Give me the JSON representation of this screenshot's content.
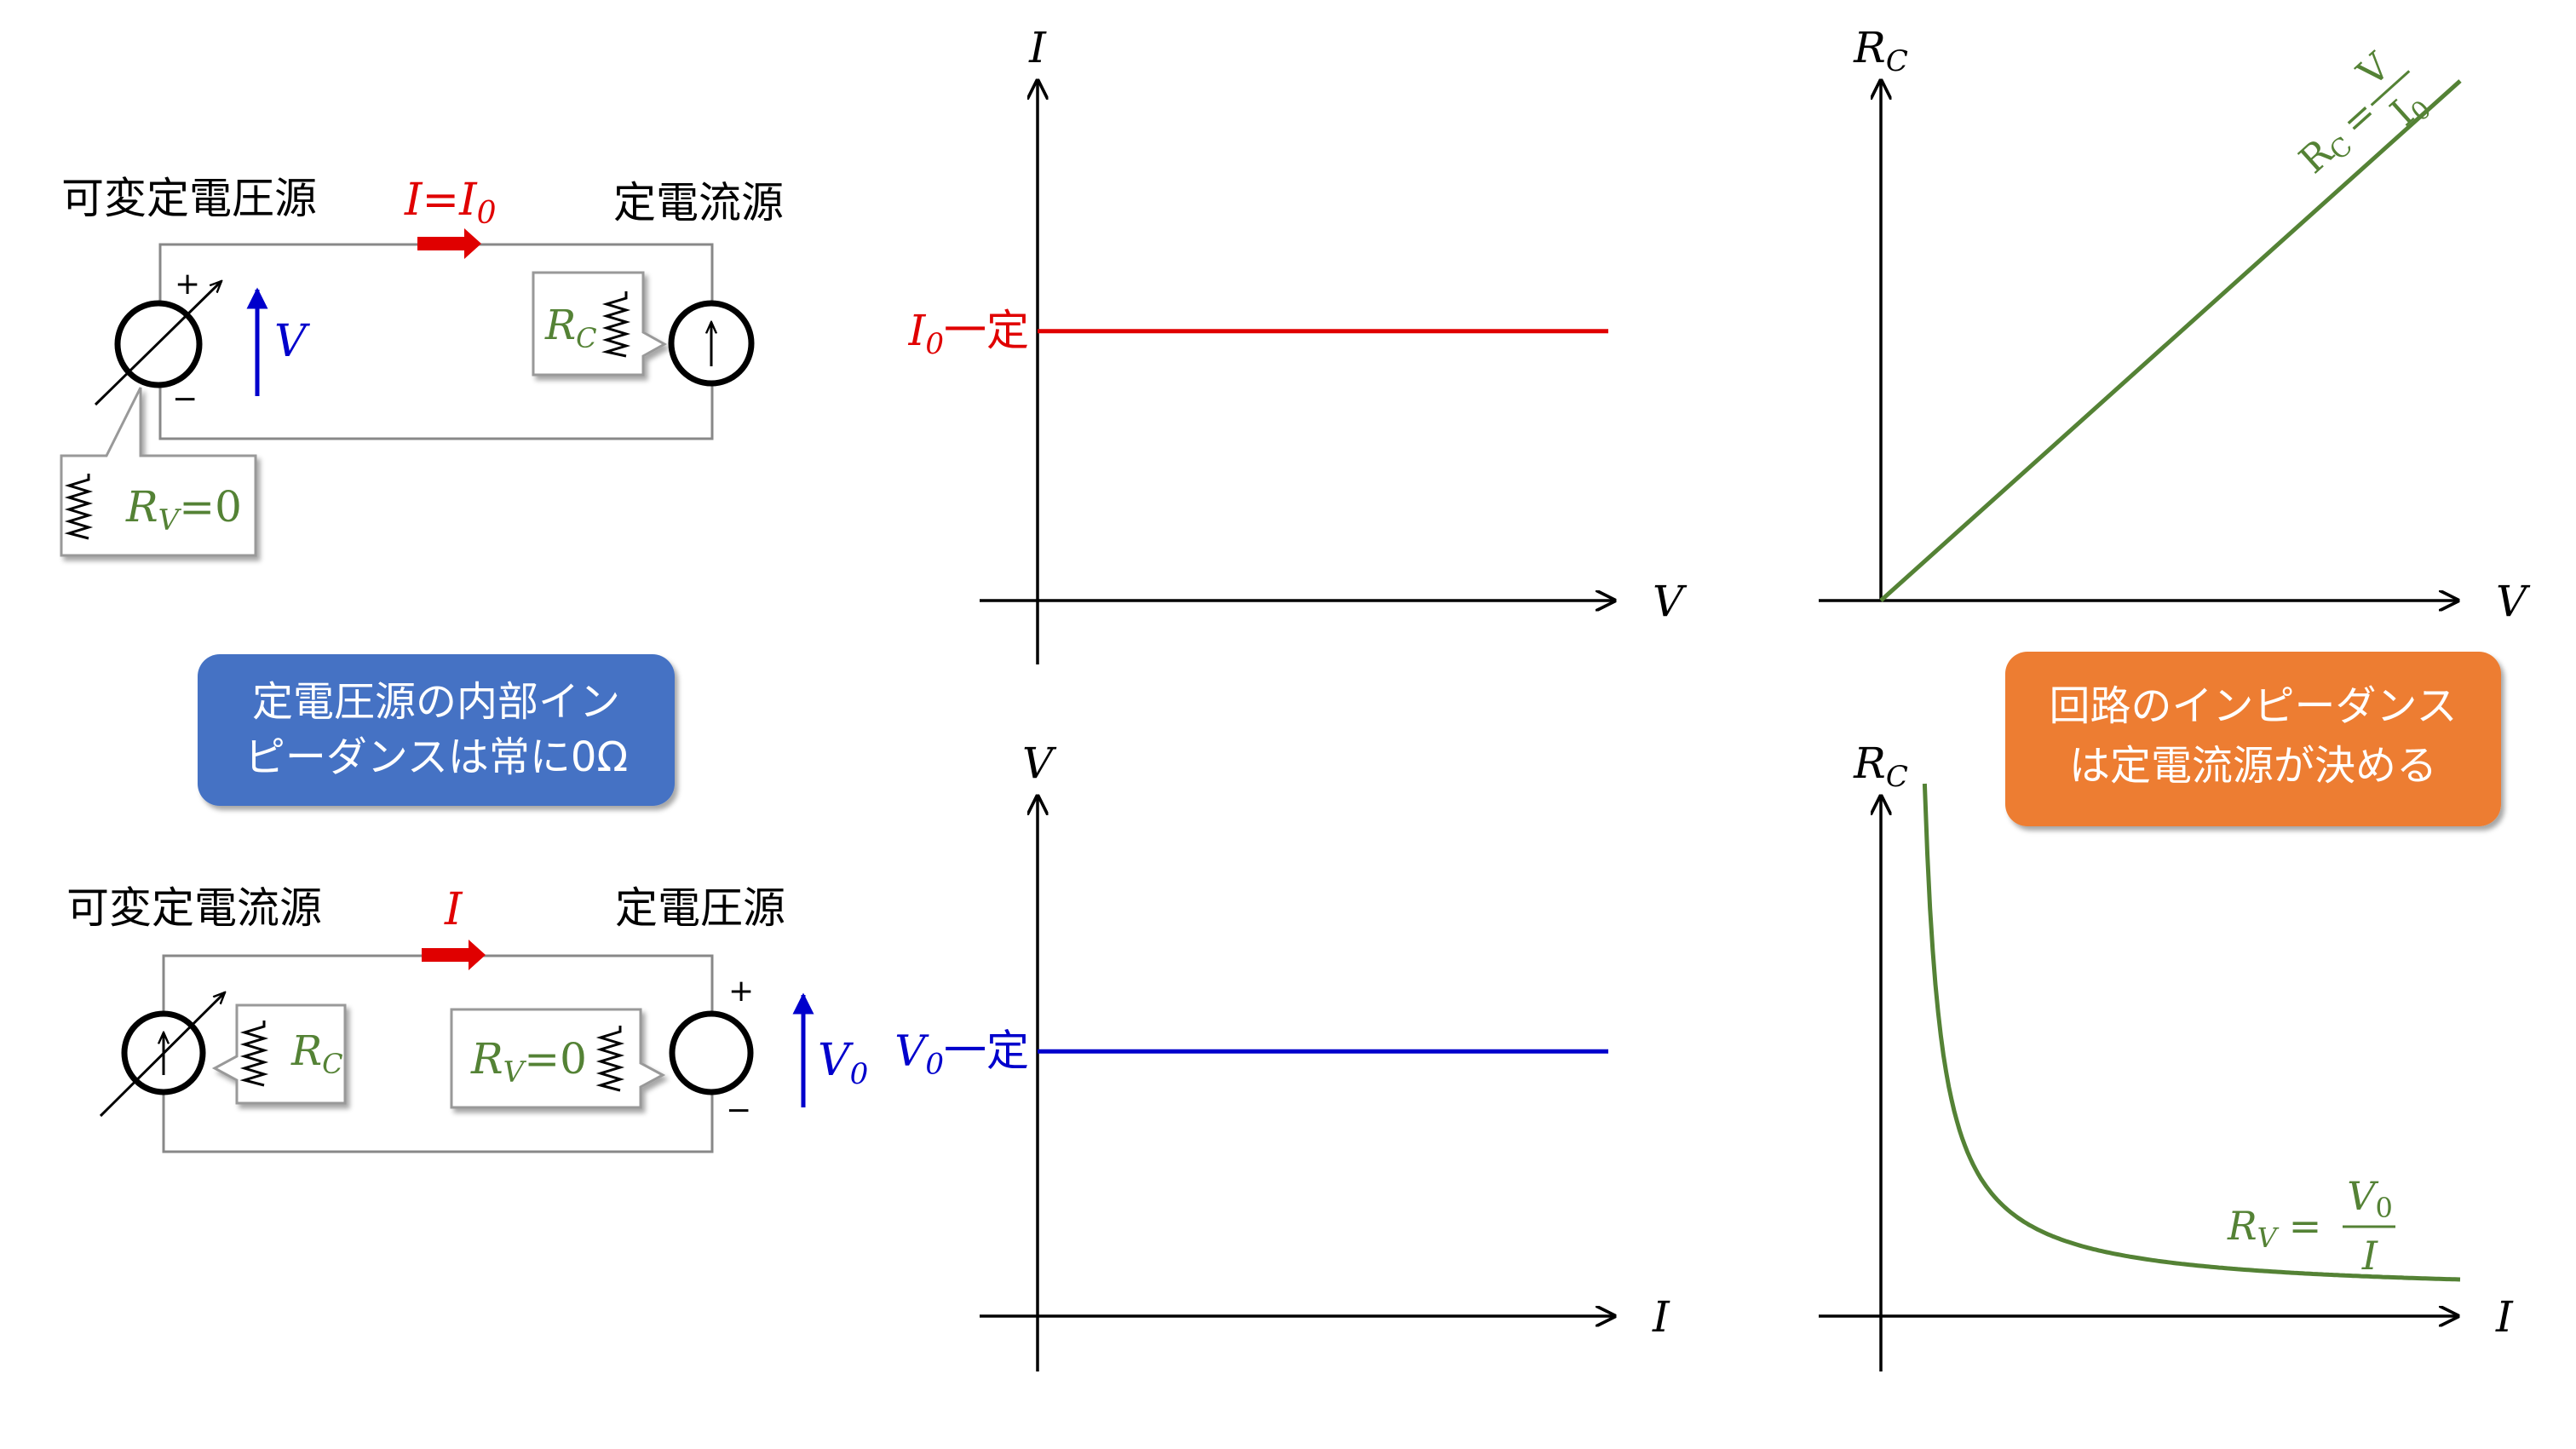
{
  "top_circuit": {
    "left_source_label": "可変定電圧源",
    "right_source_label": "定電流源",
    "current_label": "I=I",
    "current_sub": "0",
    "plus_sign": "+",
    "minus_sign": "−",
    "voltage_label": "V",
    "rc_label": "R",
    "rc_sub": "C",
    "rv_label": "R",
    "rv_sub": "V",
    "rv_value": "=0"
  },
  "bottom_circuit": {
    "left_source_label": "可変定電流源",
    "right_source_label": "定電圧源",
    "current_label": "I",
    "plus_sign": "+",
    "minus_sign": "−",
    "voltage_label": "V",
    "voltage_sub": "0",
    "rc_label": "R",
    "rc_sub": "C",
    "rv_label": "R",
    "rv_sub": "V",
    "rv_value": "=0"
  },
  "note_blue": {
    "line1": "定電圧源の内部イン",
    "line2": "ピーダンスは常に0Ω",
    "color": "#4472C4"
  },
  "note_orange": {
    "line1": "回路のインピーダンス",
    "line2": "は定電流源が決める",
    "color": "#ED7D31"
  },
  "colors": {
    "red": "#E00000",
    "blue": "#0000CC",
    "green": "#548235",
    "axis": "#000000"
  },
  "chart_data": [
    {
      "type": "line",
      "xlabel": "V",
      "ylabel": "I",
      "series": [
        {
          "points": [
            [
              0,
              1
            ],
            [
              1,
              1
            ]
          ]
        }
      ],
      "annotation": {
        "label": "I",
        "sub": "0",
        "suffix": "一定"
      }
    },
    {
      "type": "line",
      "xlabel": "V",
      "ylabel": "R",
      "ylabel_sub": "C",
      "series": [
        {
          "points": [
            [
              0,
              0
            ],
            [
              1,
              1
            ]
          ]
        }
      ],
      "formula": {
        "lhs": "R",
        "lhs_sub": "C",
        "eq": "=",
        "num": "V",
        "den": "I",
        "den_sub": "0"
      }
    },
    {
      "type": "line",
      "xlabel": "I",
      "ylabel": "V",
      "series": [
        {
          "points": [
            [
              0,
              1
            ],
            [
              1,
              1
            ]
          ]
        }
      ],
      "annotation": {
        "label": "V",
        "sub": "0",
        "suffix": "一定"
      }
    },
    {
      "type": "line",
      "xlabel": "I",
      "ylabel": "R",
      "ylabel_sub": "C",
      "series": [
        {
          "function": "1/x"
        }
      ],
      "formula": {
        "lhs": "R",
        "lhs_sub": "V",
        "eq": "=",
        "num": "V",
        "num_sub": "0",
        "den": "I"
      }
    }
  ]
}
